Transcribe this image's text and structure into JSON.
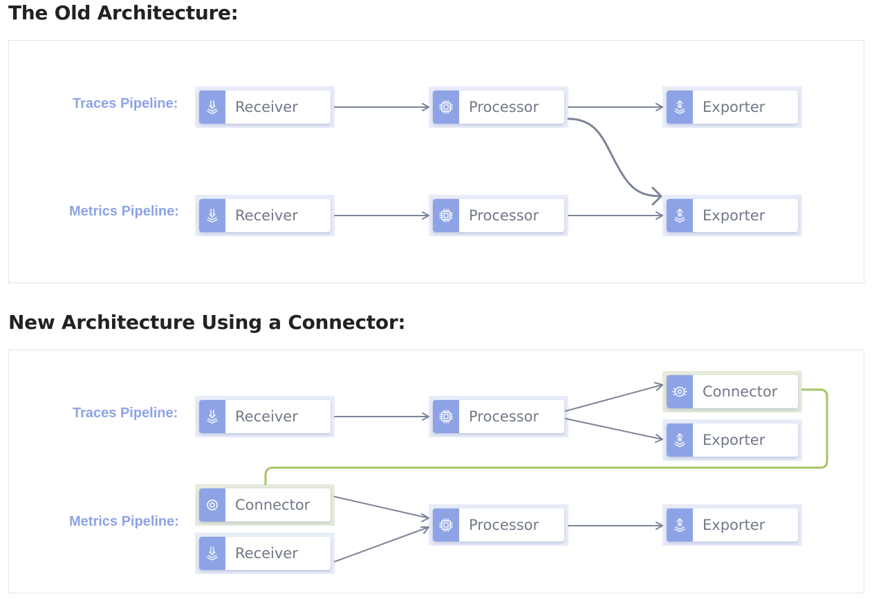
{
  "old": {
    "heading": "The Old Architecture:",
    "traces_label": "Traces Pipeline:",
    "metrics_label": "Metrics Pipeline:",
    "traces": {
      "receiver": "Receiver",
      "processor": "Processor",
      "exporter": "Exporter"
    },
    "metrics": {
      "receiver": "Receiver",
      "processor": "Processor",
      "exporter": "Exporter"
    }
  },
  "new": {
    "heading": "New Architecture Using a Connector:",
    "traces_label": "Traces Pipeline:",
    "metrics_label": "Metrics Pipeline:",
    "traces": {
      "receiver": "Receiver",
      "processor": "Processor",
      "connector": "Connector",
      "exporter": "Exporter"
    },
    "metrics": {
      "connector": "Connector",
      "receiver": "Receiver",
      "processor": "Processor",
      "exporter": "Exporter"
    }
  },
  "colors": {
    "label": "#8ea3e6",
    "icon_bg": "#8ea3e6",
    "component_frame": "#e8ecf9",
    "connector_frame": "#e6ebdb",
    "arrow": "#7b8396",
    "connector_line": "#a5c464"
  },
  "icons": {
    "receiver": "receiver-download-icon",
    "processor": "processor-chip-icon",
    "exporter": "exporter-upload-icon",
    "connector": "connector-target-icon"
  }
}
